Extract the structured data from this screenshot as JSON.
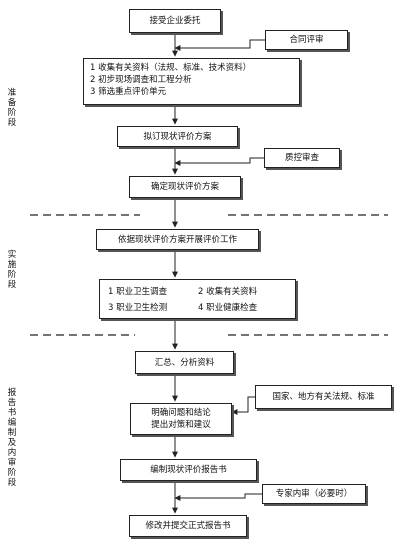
{
  "nodes": {
    "accept": "接受企业委托",
    "contract_review": "合同评审",
    "prep_steps": [
      "1 收集有关资料（法规、标准、技术资料）",
      "2 初步现场调查和工程分析",
      "3 筛选重点评价单元"
    ],
    "draft_plan": "拟订现状评价方案",
    "qc_review": "质控审查",
    "confirm_plan": "确定现状评价方案",
    "execute_plan": "依据现状评价方案开展评价工作",
    "work_items": [
      "1 职业卫生调查",
      "2 收集有关资料",
      "3 职业卫生检测",
      "4 职业健康检查"
    ],
    "summary": "汇总、分析资料",
    "regulations": "国家、地方有关法规、标准",
    "conclusion": [
      "明确问题和结论",
      "提出对策和建议"
    ],
    "compile_report": "编制现状评价报告书",
    "expert_review": "专家内审（必要时）",
    "final_report": "修改并提交正式报告书"
  },
  "phases": {
    "prep": "准备阶段",
    "impl": "实施阶段",
    "report": "报告书编制及内审阶段"
  }
}
